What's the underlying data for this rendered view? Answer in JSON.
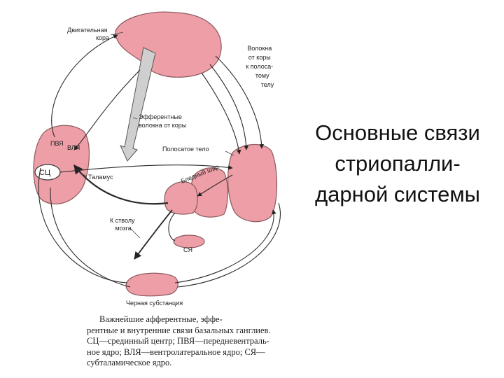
{
  "title_lines": [
    "Основные связи",
    "стриопалли-",
    "дарной системы"
  ],
  "labels": {
    "motor_cortex": [
      "Двигательная",
      "кора"
    ],
    "cortex_fibers": [
      "Волокна",
      "от коры",
      "к полоса-",
      "тому",
      "телу"
    ],
    "efferent_fibers": [
      "Эфферентные",
      "волокна от коры"
    ],
    "striatum": "Полосатое тело",
    "pallidum": "Бледный шар",
    "thalamus": "Таламус",
    "pvy": "ПВЯ",
    "vly": "ВЛЯ",
    "sc": "СЦ",
    "to_brainstem": [
      "К стволу",
      "мозга"
    ],
    "subthalamic": "СЯ",
    "substantia_nigra": "Черная субстанция"
  },
  "caption_lines": [
    "Важнейшие  афферентные,  эффе-",
    "рентные и внутренние связи базальных ганглиев.",
    "СЦ—срединный центр; ПВЯ—передневентраль-",
    "ное ядро; ВЛЯ—вентролатеральное ядро; СЯ—",
    "субталамическое ядро."
  ],
  "colors": {
    "structure_fill": "#ee9ea6",
    "structure_stroke": "#8a5a5e",
    "line": "#2a2a2a"
  }
}
